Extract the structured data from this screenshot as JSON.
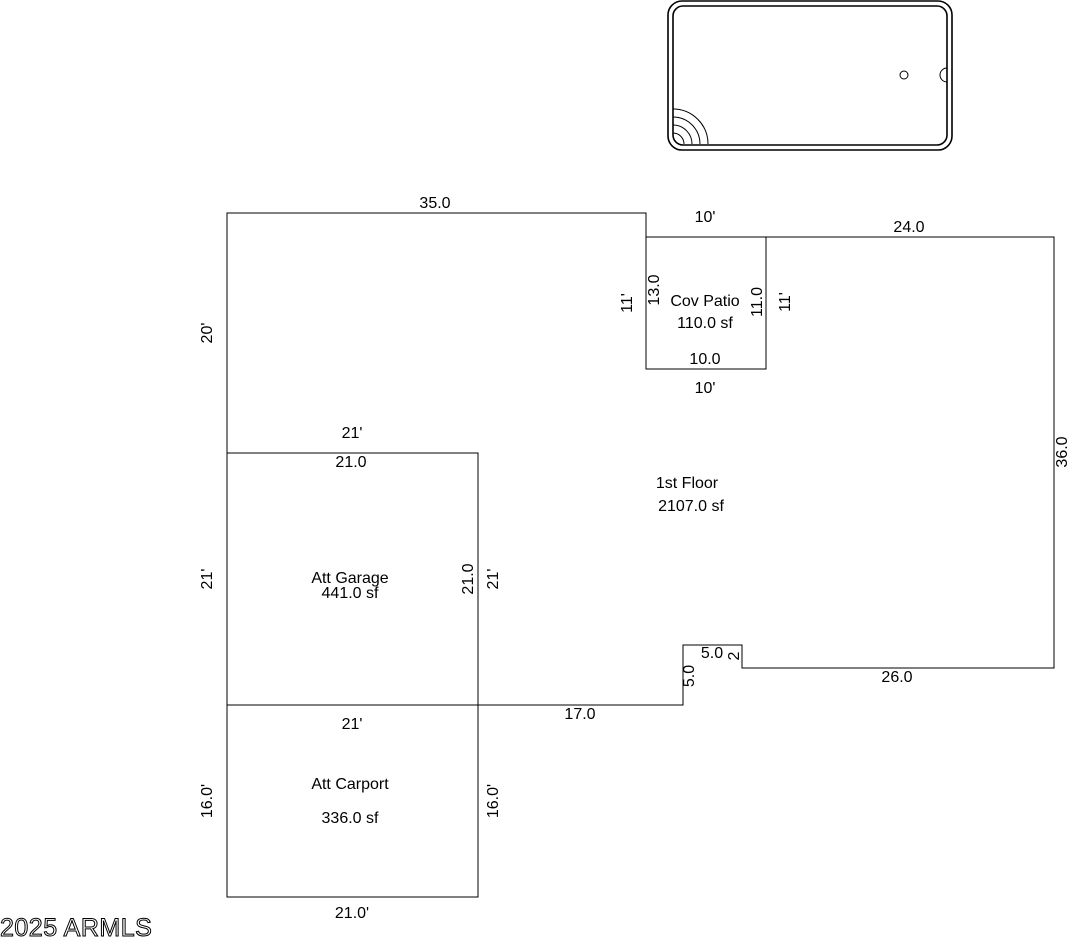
{
  "colors": {
    "line": "#000000",
    "background": "#ffffff"
  },
  "pool": {
    "icon": "pool-icon"
  },
  "rooms": {
    "first_floor": {
      "name": "1st Floor",
      "area": "2107.0 sf"
    },
    "patio": {
      "name": "Cov Patio",
      "area": "110.0 sf"
    },
    "garage": {
      "name": "Att Garage",
      "area": "441.0 sf"
    },
    "carport": {
      "name": "Att Carport",
      "area": "336.0 sf"
    }
  },
  "dims": {
    "top_35": "35.0",
    "left_20": "20'",
    "patio_top_ft": "10'",
    "patio_right_top": "24.0",
    "patio_left_ft": "11'",
    "patio_left_13": "13.0",
    "patio_right_11": "11.0",
    "patio_right_ft": "11'",
    "patio_bottom_10": "10.0",
    "patio_bottom_ft": "10'",
    "right_36": "36.0",
    "garage_top_ft": "21'",
    "garage_top_21": "21.0",
    "garage_left_ft": "21'",
    "garage_right_21": "21.0",
    "garage_right_ft": "21'",
    "notch_5_top": "5.0",
    "notch_2": "2",
    "notch_5_side": "5.0",
    "bottom_26": "26.0",
    "bottom_17": "17.0",
    "carport_top_ft": "21'",
    "carport_left_16": "16.0'",
    "carport_right_16": "16.0'",
    "carport_bottom_21": "21.0'"
  },
  "footer": {
    "copyright": "2025 ARMLS"
  }
}
